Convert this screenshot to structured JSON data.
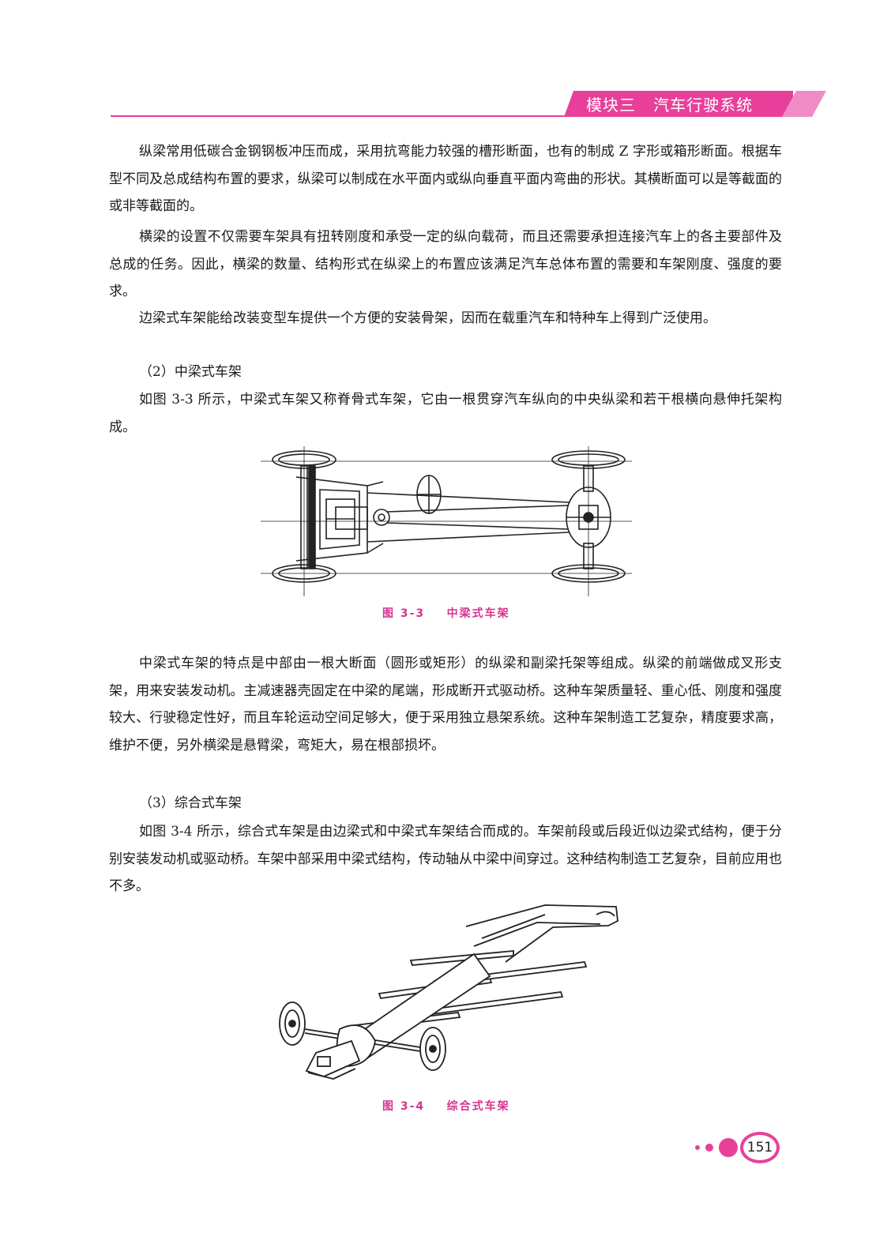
{
  "header": {
    "title": "模块三   汽车行驶系统"
  },
  "paragraphs": {
    "p1": "纵梁常用低碳合金钢钢板冲压而成，采用抗弯能力较强的槽形断面，也有的制成 Z 字形或箱形断面。根据车型不同及总成结构布置的要求，纵梁可以制成在水平面内或纵向垂直平面内弯曲的形状。其横断面可以是等截面的或非等截面的。",
    "p2": "横梁的设置不仅需要车架具有扭转刚度和承受一定的纵向载荷，而且还需要承担连接汽车上的各主要部件及总成的任务。因此，横梁的数量、结构形式在纵梁上的布置应该满足汽车总体布置的需要和车架刚度、强度的要求。",
    "p3": "边梁式车架能给改装变型车提供一个方便的安装骨架，因而在载重汽车和特种车上得到广泛使用。",
    "h2": "（2）中梁式车架",
    "p4": "如图 3-3 所示，中梁式车架又称脊骨式车架，它由一根贯穿汽车纵向的中央纵梁和若干根横向悬伸托架构成。",
    "p5": "中梁式车架的特点是中部由一根大断面（圆形或矩形）的纵梁和副梁托架等组成。纵梁的前端做成叉形支架，用来安装发动机。主减速器壳固定在中梁的尾端，形成断开式驱动桥。这种车架质量轻、重心低、刚度和强度较大、行驶稳定性好，而且车轮运动空间足够大，便于采用独立悬架系统。这种车架制造工艺复杂，精度要求高，维护不便，另外横梁是悬臂梁，弯矩大，易在根部损坏。",
    "h3": "（3）综合式车架",
    "p6": "如图 3-4 所示，综合式车架是由边梁式和中梁式车架结合而成的。车架前段或后段近似边梁式结构，便于分别安装发动机或驱动桥。车架中部采用中梁式结构，传动轴从中梁中间穿过。这种结构制造工艺复杂，目前应用也不多。"
  },
  "figures": {
    "fig33_caption": "图 3-3    中梁式车架",
    "fig34_caption": "图 3-4    综合式车架"
  },
  "footer": {
    "page_number": "151"
  },
  "colors": {
    "accent": "#e8409a",
    "accent_light": "#f08cc4",
    "caption": "#d6338f"
  }
}
